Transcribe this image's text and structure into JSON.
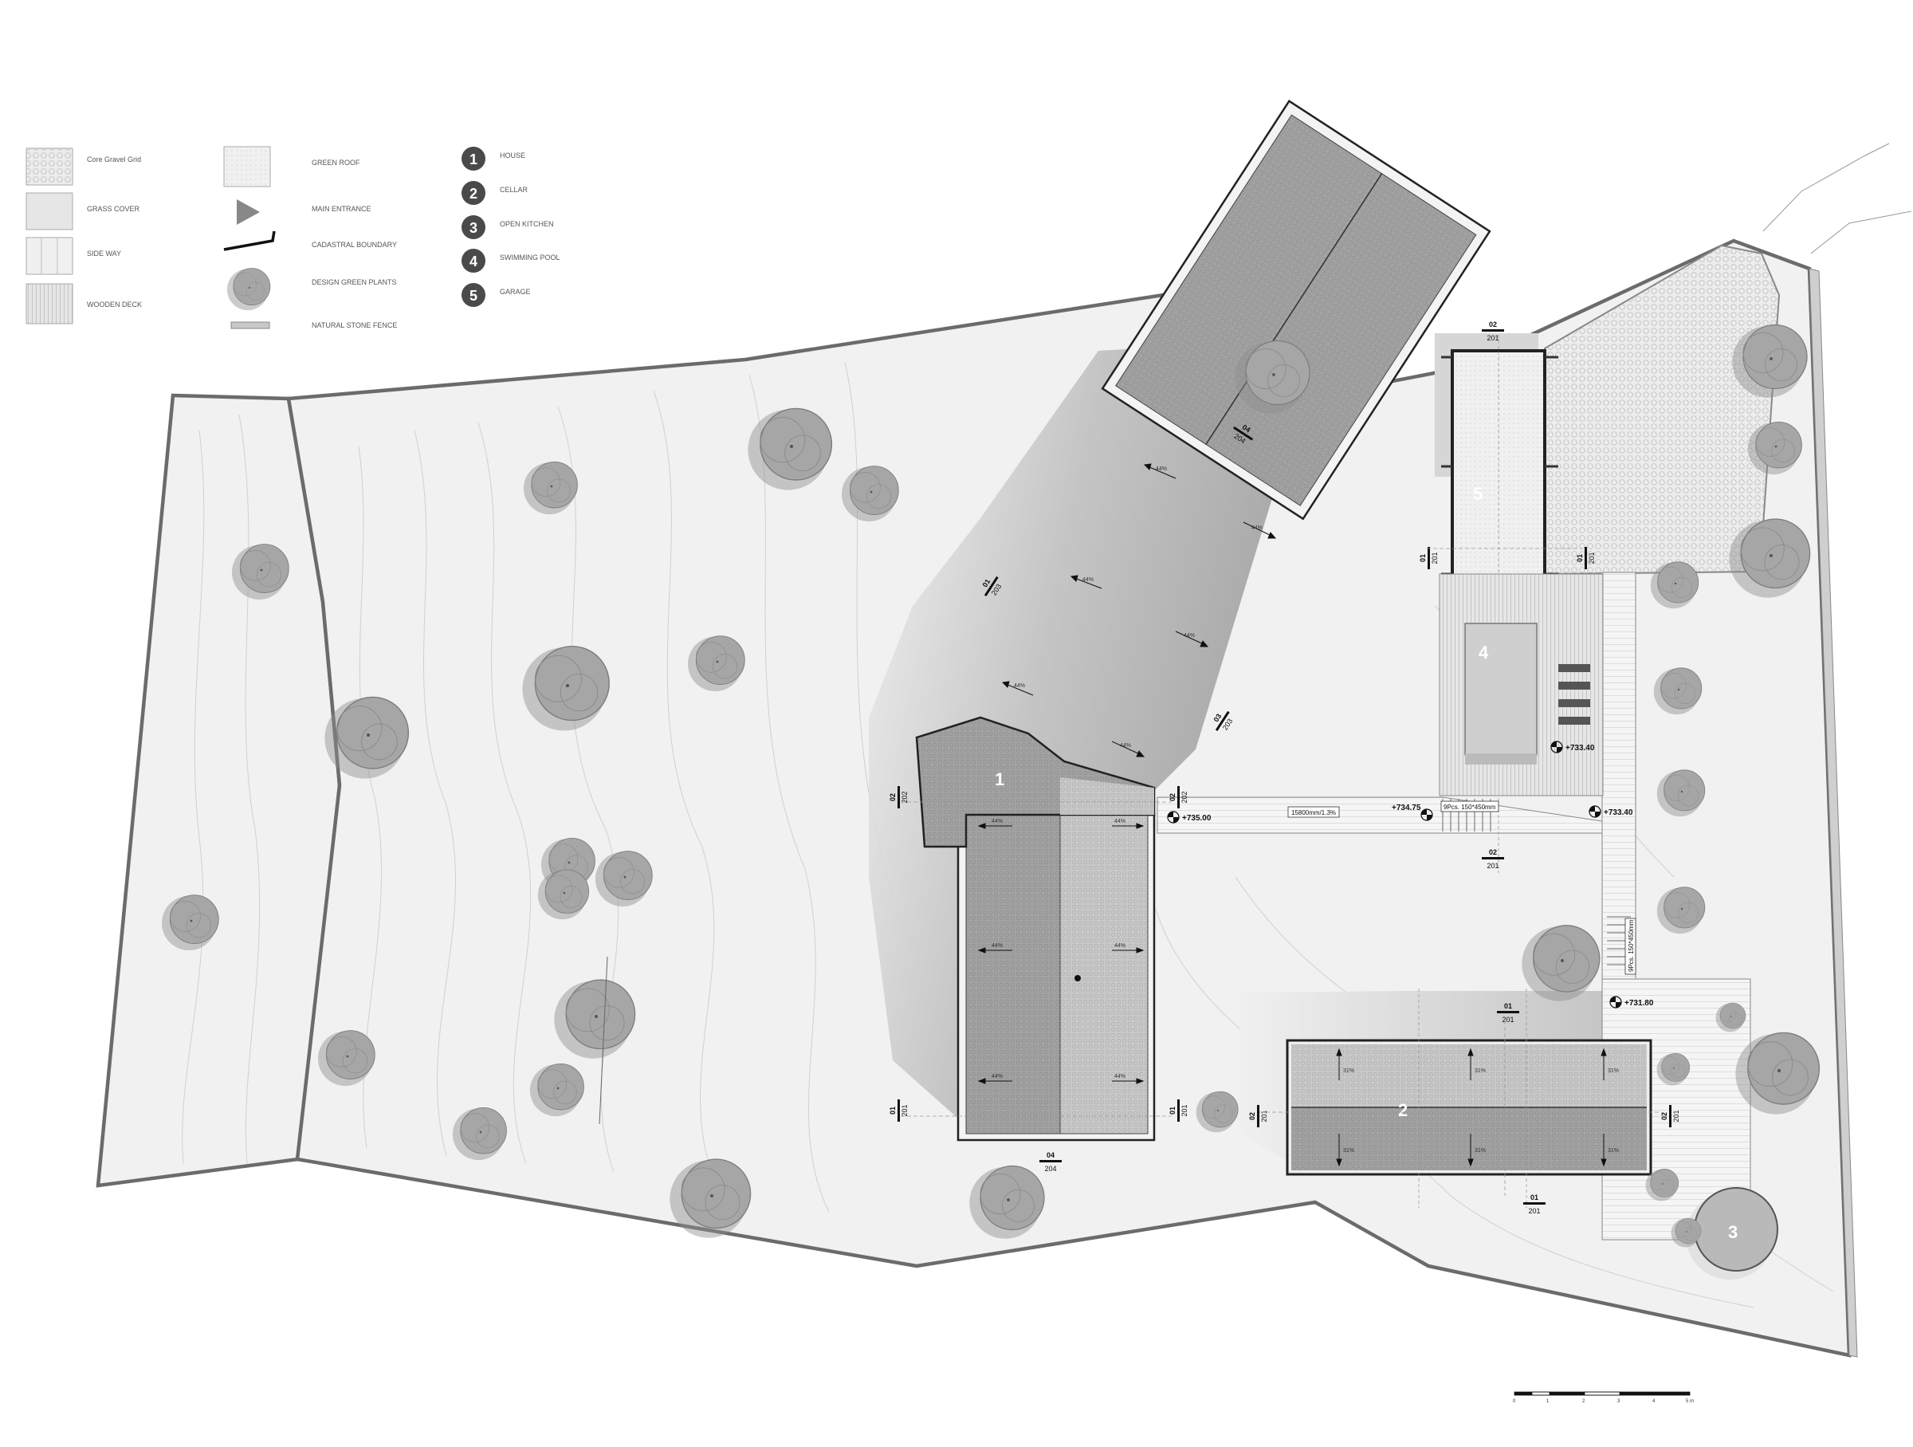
{
  "legend": {
    "materials": [
      {
        "key": "gravel",
        "label": "Core Gravel Grid"
      },
      {
        "key": "grass",
        "label": "GRASS COVER"
      },
      {
        "key": "sideway",
        "label": "SIDE WAY"
      },
      {
        "key": "deck",
        "label": "WOODEN DECK"
      }
    ],
    "symbols": [
      {
        "key": "green-roof",
        "label": "GREEN ROOF"
      },
      {
        "key": "main-entrance",
        "label": "MAIN ENTRANCE"
      },
      {
        "key": "cadastral",
        "label": "CADASTRAL BOUNDARY"
      },
      {
        "key": "plants",
        "label": "DESIGN GREEN PLANTS"
      },
      {
        "key": "fence",
        "label": "NATURAL STONE FENCE"
      }
    ],
    "spaces": [
      {
        "num": "1",
        "label": "HOUSE"
      },
      {
        "num": "2",
        "label": "CELLAR"
      },
      {
        "num": "3",
        "label": "OPEN KITCHEN"
      },
      {
        "num": "4",
        "label": "SWIMMING POOL"
      },
      {
        "num": "5",
        "label": "GARAGE"
      }
    ]
  },
  "buildings": {
    "house": "1",
    "cellar": "2",
    "kitchen": "3",
    "pool": "4",
    "garage": "5"
  },
  "levels": {
    "house": "+735.00",
    "path": "+734.75",
    "pool": "+733.40",
    "junction": "+733.40",
    "cellar": "+731.80"
  },
  "notes": {
    "ramp": "15800mm/1.3%",
    "stairs": "9Pcs. 150*450mm",
    "stairs_vertical": "9Pcs. 150*450mm"
  },
  "slopes": {
    "value": "44%",
    "cellar_value": "31%"
  },
  "section_tags": [
    {
      "id": "t1",
      "num": "02",
      "sub": "201"
    },
    {
      "id": "t2",
      "num": "01",
      "sub": "201"
    },
    {
      "id": "t3",
      "num": "01",
      "sub": "201"
    },
    {
      "id": "t4",
      "num": "04",
      "sub": "204"
    },
    {
      "id": "t5",
      "num": "01",
      "sub": "203"
    },
    {
      "id": "t6",
      "num": "03",
      "sub": "203"
    },
    {
      "id": "t7",
      "num": "02",
      "sub": "202"
    },
    {
      "id": "t8",
      "num": "02",
      "sub": "202"
    },
    {
      "id": "t9",
      "num": "02",
      "sub": "201"
    },
    {
      "id": "t10",
      "num": "01",
      "sub": "201"
    },
    {
      "id": "t11",
      "num": "01",
      "sub": "201"
    },
    {
      "id": "t12",
      "num": "04",
      "sub": "204"
    },
    {
      "id": "t13",
      "num": "01",
      "sub": "201"
    },
    {
      "id": "t14",
      "num": "02",
      "sub": "201"
    },
    {
      "id": "t15",
      "num": "02",
      "sub": "201"
    },
    {
      "id": "t16",
      "num": "01",
      "sub": "201"
    }
  ],
  "scale_bar": {
    "ticks": [
      "0",
      "1",
      "2",
      "3",
      "4",
      "5 m"
    ]
  },
  "colors": {
    "boundary": "#6b6b6b",
    "site_fill": "#f2f2f2",
    "tree_fill": "#9c9c9c",
    "roof_fill": "#a9a9a9",
    "shadow": "#d0d0d0"
  }
}
